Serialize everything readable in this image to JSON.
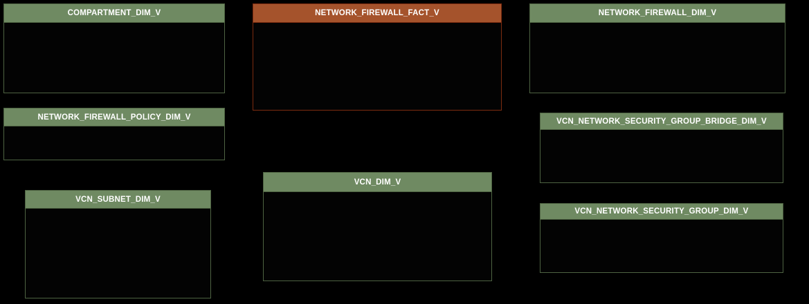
{
  "diagram": {
    "kind": "database-schema-diagram",
    "colors": {
      "canvas_background": "#000000",
      "dimension_header": "#6F8A62",
      "dimension_border": "#4E6342",
      "fact_header": "#A5532C",
      "fact_border": "#7E2C10",
      "body_fill": "#030303",
      "title_text": "#FFFFFF"
    },
    "tables": [
      {
        "name": "COMPARTMENT_DIM_V",
        "type": "dimension"
      },
      {
        "name": "NETWORK_FIREWALL_FACT_V",
        "type": "fact"
      },
      {
        "name": "NETWORK_FIREWALL_DIM_V",
        "type": "dimension"
      },
      {
        "name": "NETWORK_FIREWALL_POLICY_DIM_V",
        "type": "dimension"
      },
      {
        "name": "VCN_NETWORK_SECURITY_GROUP_BRIDGE_DIM_V",
        "type": "dimension"
      },
      {
        "name": "VCN_SUBNET_DIM_V",
        "type": "dimension"
      },
      {
        "name": "VCN_DIM_V",
        "type": "dimension"
      },
      {
        "name": "VCN_NETWORK_SECURITY_GROUP_DIM_V",
        "type": "dimension"
      }
    ]
  }
}
